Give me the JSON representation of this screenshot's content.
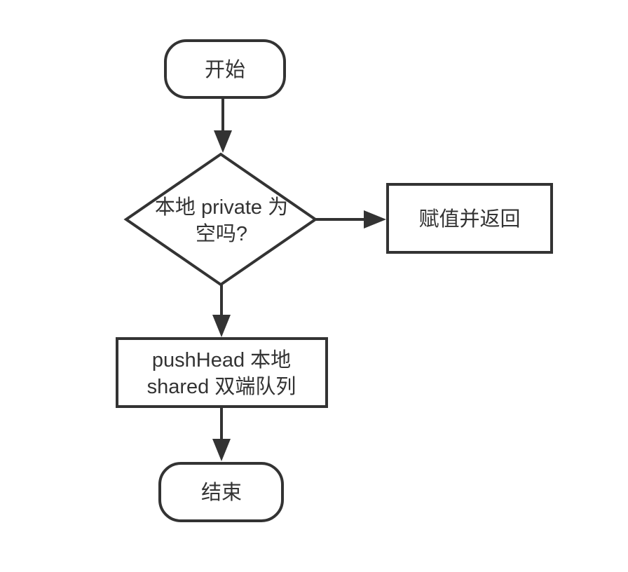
{
  "diagram": {
    "background": "#ffffff",
    "stroke_color": "#333333",
    "text_color": "#333333",
    "nodes": {
      "start": {
        "label": "开始"
      },
      "decision": {
        "line1": "本地 private 为",
        "line2": "空吗?"
      },
      "assign_return": {
        "label": "赋值并返回"
      },
      "push_head": {
        "line1": "pushHead 本地",
        "line2": "shared 双端队列"
      },
      "end": {
        "label": "结束"
      }
    }
  }
}
